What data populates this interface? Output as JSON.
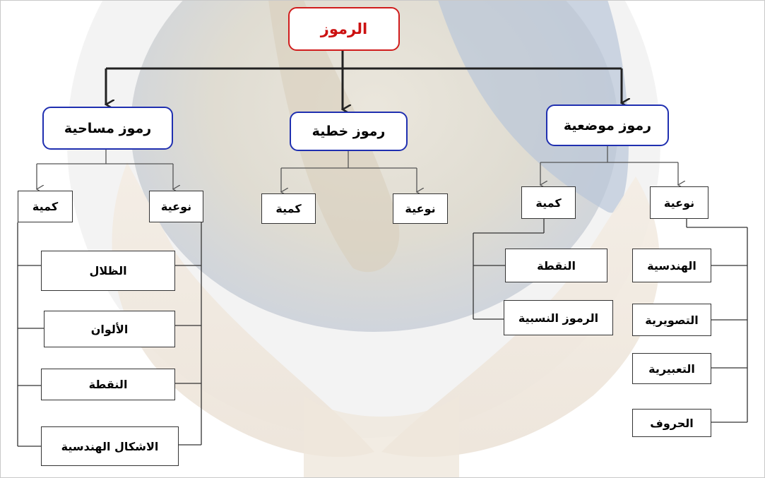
{
  "root": {
    "label": "الرموز"
  },
  "categories": {
    "positional": {
      "label": "رموز موضعية"
    },
    "linear": {
      "label": "رموز خطية"
    },
    "areal": {
      "label": "رموز مساحية"
    }
  },
  "positional": {
    "quantitative": {
      "label": "كمية",
      "items": [
        "النقطة",
        "الرموز النسبية"
      ]
    },
    "qualitative": {
      "label": "نوعية",
      "items": [
        "الهندسية",
        "التصويرية",
        "التعبيرية",
        "الحروف"
      ]
    }
  },
  "linear": {
    "quantitative": {
      "label": "كمية"
    },
    "qualitative": {
      "label": "نوعية"
    }
  },
  "areal": {
    "quantitative": {
      "label": "كمية"
    },
    "qualitative": {
      "label": "نوعية"
    },
    "items": [
      "الظلال",
      "الألوان",
      "النقطة",
      "الاشكال الهندسية"
    ]
  },
  "colors": {
    "root_border": "#d01c1c",
    "category_border": "#1f2fb0",
    "connector": "#222222"
  }
}
